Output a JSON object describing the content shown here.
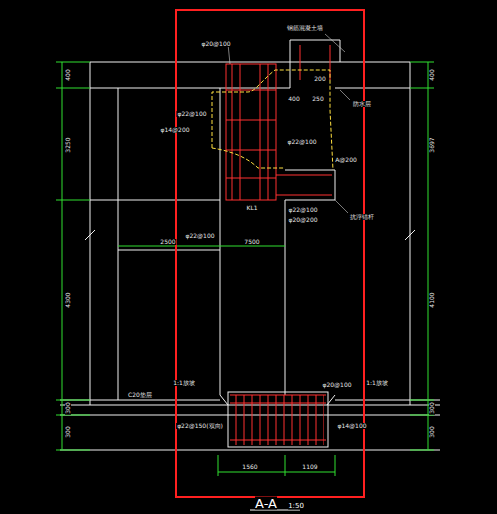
{
  "diagram": {
    "title": "A-A",
    "caption": "1:50",
    "labels": [
      "400",
      "3250",
      "4300",
      "300",
      "300",
      "400",
      "3697",
      "4100",
      "300",
      "300",
      "2500",
      "7500",
      "1560",
      "1109",
      "φ20@100",
      "φ22@100",
      "φ14@200",
      "φ22@100",
      "φ22@100",
      "φ20@200",
      "A@200",
      "KL1",
      "φ22@100",
      "400",
      "250",
      "200",
      "钢筋混凝土墙",
      "防水层",
      "抗浮锚杆",
      "φ20@100",
      "φ14@100",
      "C20垫层",
      "φ22@150(双向)",
      "1:1放坡",
      "1:1放坡"
    ]
  }
}
